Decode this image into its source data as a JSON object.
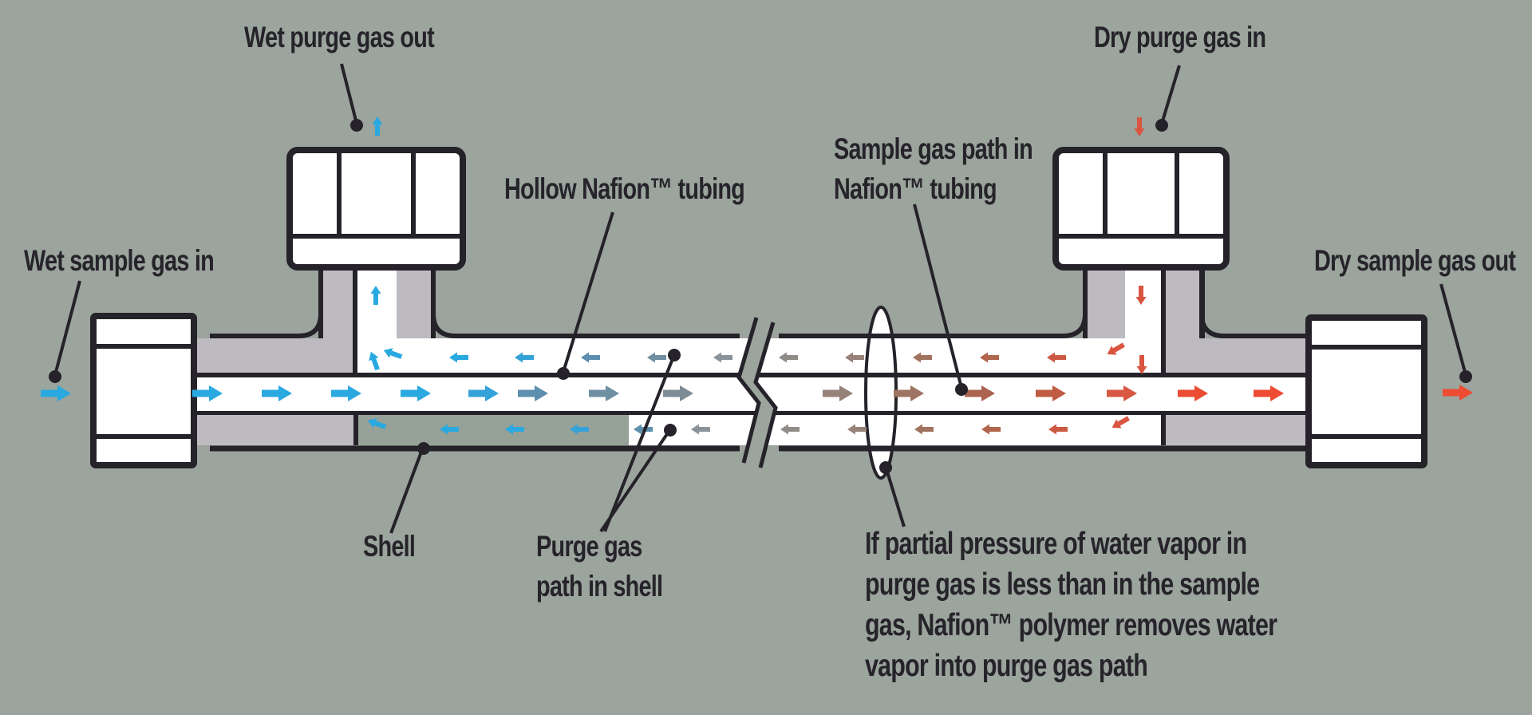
{
  "diagram_title": "Nafion tubing gas dryer cutaway",
  "labels": {
    "wet_purge_out": "Wet purge gas out",
    "dry_purge_in": "Dry purge gas in",
    "wet_sample_in": "Wet sample gas in",
    "dry_sample_out": "Dry sample gas out",
    "hollow_nafion": "Hollow Nafion™ tubing",
    "sample_path_line1": "Sample gas path in",
    "sample_path_line2": "Nafion™ tubing",
    "shell": "Shell",
    "purge_path_line1": "Purge gas",
    "purge_path_line2": "path in shell",
    "note_line1": "If partial pressure of water vapor in",
    "note_line2": "purge gas is less than in the sample",
    "note_line3": "gas, Nafion™ polymer removes water",
    "note_line4": "vapor into purge gas path"
  },
  "flow": {
    "sample_gas": "wet sample enters left, flows right through Nafion tubing, exits dry at right",
    "purge_gas": "dry purge enters top right, flows left through shell annulus, exits wet at top left",
    "wet_color": "#29a9e0",
    "dry_color": "#ee4b33"
  },
  "palette": {
    "background": "#9ba49d",
    "shell_gray": "#bdbac0",
    "channel_shade": "#96a198",
    "line_black": "#25222a",
    "white": "#ffffff",
    "text": "#26242a",
    "transition": [
      "#29a9e0",
      "#34a2d8",
      "#5d8fae",
      "#6f8fa3",
      "#7e8c96",
      "#8b939a",
      "#8f8c88",
      "#97827a",
      "#9e7462",
      "#a1735f",
      "#aa6450",
      "#b0654c",
      "#c05c43",
      "#cc5a42",
      "#d75742",
      "#da5540",
      "#e3503a",
      "#ea4c34",
      "#ee4b33"
    ]
  }
}
